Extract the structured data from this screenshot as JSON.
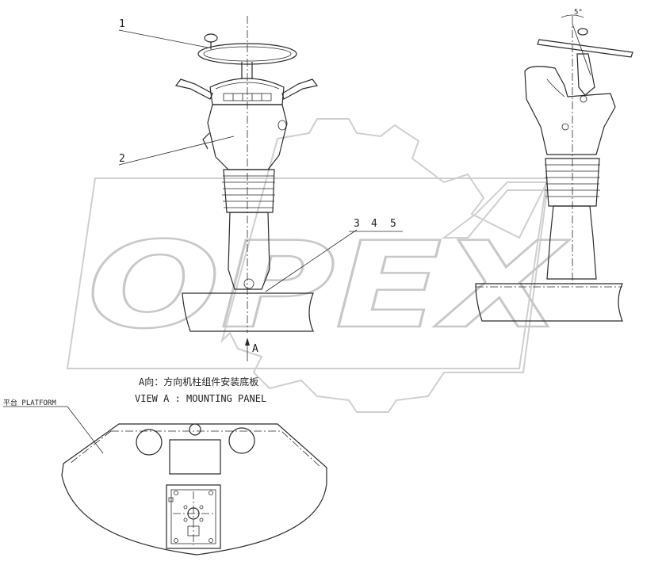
{
  "watermark": {
    "text": "OPEX"
  },
  "part_numbers": {
    "p1": "1",
    "p2": "2",
    "p3": "3",
    "p4": "4",
    "p5": "5"
  },
  "angle_label": "5°",
  "view_arrow_label": "A",
  "caption": {
    "chinese": "A向：方向机柱组件安装底板",
    "english": "VIEW A : MOUNTING PANEL"
  },
  "platform_label": "平台 PLATFORM"
}
